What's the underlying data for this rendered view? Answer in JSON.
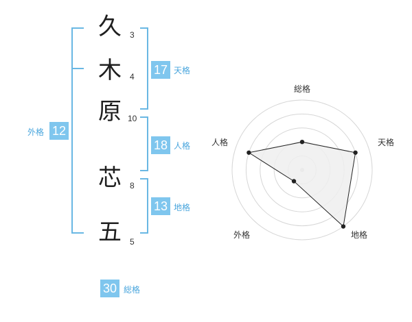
{
  "name": {
    "characters": [
      {
        "kanji": "久",
        "strokes": "3"
      },
      {
        "kanji": "木",
        "strokes": "4"
      },
      {
        "kanji": "原",
        "strokes": "10"
      },
      {
        "kanji": "芯",
        "strokes": "8"
      },
      {
        "kanji": "五",
        "strokes": "5"
      }
    ]
  },
  "kakusu": {
    "tenkaku": {
      "value": "17",
      "label": "天格"
    },
    "jinkaku": {
      "value": "18",
      "label": "人格"
    },
    "chikaku": {
      "value": "13",
      "label": "地格"
    },
    "gaikaku": {
      "value": "12",
      "label": "外格"
    },
    "soukaku": {
      "value": "30",
      "label": "総格"
    }
  },
  "radar": {
    "labels": {
      "top": "総格",
      "right": "天格",
      "bottom_right": "地格",
      "bottom_left": "外格",
      "left": "人格"
    }
  },
  "chart_data": {
    "type": "radar",
    "categories": [
      "総格",
      "天格",
      "地格",
      "外格",
      "人格"
    ],
    "values": [
      2,
      4,
      5,
      1,
      4
    ],
    "max": 5,
    "rings": 5,
    "colors": {
      "fill": "#eeeeee",
      "line": "#222222",
      "grid": "#d6d6d6",
      "accent": "#7fc6ee"
    }
  }
}
